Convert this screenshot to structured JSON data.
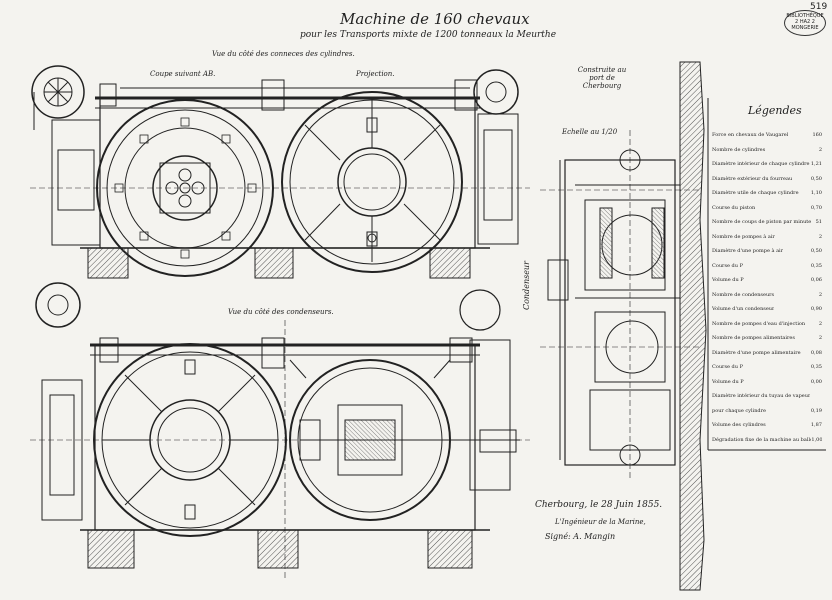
{
  "title": "Machine de 160 chevaux",
  "subtitle": "pour les Transports mixte de 1200 tonneaux la Meurthe",
  "views": {
    "top_view": "Vue du côté des conneces des cylindres.",
    "section_ab": "Coupe suivant AB.",
    "projection": "Projection.",
    "bottom_view": "Vue du côté des condenseurs.",
    "right_note": "Construite au port de Cherbourg",
    "scale": "Echelle au 1/20",
    "condenseur": "Condenseur"
  },
  "stamp": {
    "line1": "BIBLIOTHÈQUE",
    "line2": "2 HA2 2",
    "line3": "MONGERIE"
  },
  "page_number": "519",
  "legend": {
    "title": "Légendes",
    "rows": [
      {
        "label": "Force en chevaux de Vaugarel",
        "value": "160"
      },
      {
        "label": "Nombre de cylindres",
        "value": "2"
      },
      {
        "label": "Diamètre intérieur de chaque cylindre",
        "value": "1,21"
      },
      {
        "label": "Diamètre extérieur du fourreau",
        "value": "0,50"
      },
      {
        "label": "Diamètre utile de chaque cylindre",
        "value": "1,10"
      },
      {
        "label": "Course du piston",
        "value": "0,70"
      },
      {
        "label": "Nombre de coups de piston par minute",
        "value": "51"
      },
      {
        "label": "Nombre de pompes à air",
        "value": "2"
      },
      {
        "label": "Diamètre d'une pompe à air",
        "value": "0,50"
      },
      {
        "label": "Course du P",
        "value": "0,35"
      },
      {
        "label": "Volume du P",
        "value": "0,06"
      },
      {
        "label": "Nombre de condenseurs",
        "value": "2"
      },
      {
        "label": "Volume d'un condenseur",
        "value": "0,90"
      },
      {
        "label": "Nombre de pompes d'eau d'injection",
        "value": "2"
      },
      {
        "label": "Nombre de pompes alimentaires",
        "value": "2"
      },
      {
        "label": "Diamètre d'une pompe alimentaire",
        "value": "0,08"
      },
      {
        "label": "Course du P",
        "value": "0,35"
      },
      {
        "label": "Volume du P",
        "value": "0,00"
      },
      {
        "label": "Diamètre intérieur du tuyau de vapeur",
        "value": ""
      },
      {
        "label": "pour chaque cylindre",
        "value": "0,19"
      },
      {
        "label": "Volume des cylindres",
        "value": "1,87"
      },
      {
        "label": "Dégradation fixe de la machine au ballon",
        "value": "1,00"
      }
    ]
  },
  "signature": {
    "place_date": "Cherbourg, le 28 Juin 1855.",
    "role": "L'Ingénieur de la Marine,",
    "signed": "Signé: A. Mangin"
  },
  "colors": {
    "paper": "#f4f3ef",
    "ink": "#222222",
    "hatch": "#555555"
  }
}
